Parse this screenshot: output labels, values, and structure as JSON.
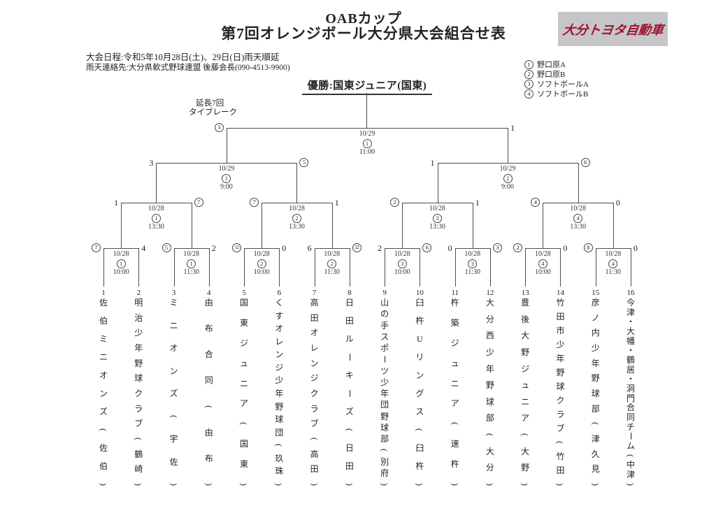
{
  "header": {
    "title_line1": "OABカップ",
    "title_line2": "第7回オレンジボール大分県大会組合せ表",
    "schedule": "大会日程:令和5年10月28日(土)、29日(日)雨天順延",
    "contact": "雨天連絡先:大分県軟式野球連盟 後藤会長(090-4513-9900)",
    "sponsor": "大分トヨタ自動車",
    "sponsor_colors": {
      "background": "#c6c6c8",
      "text": "#9c1430"
    }
  },
  "legend": {
    "items": [
      {
        "num": "1",
        "label": "野口原A"
      },
      {
        "num": "2",
        "label": "野口原B"
      },
      {
        "num": "3",
        "label": "ソフトボールA"
      },
      {
        "num": "4",
        "label": "ソフトボールB"
      }
    ]
  },
  "bracket": {
    "champion": "優勝:国東ジュニア(国東)",
    "note": [
      "延長7回",
      "タイブレーク"
    ],
    "teams": [
      {
        "no": "1",
        "name": "佐伯ミニオンズ(佐伯)"
      },
      {
        "no": "2",
        "name": "明治少年野球クラブ(鶴崎)"
      },
      {
        "no": "3",
        "name": "ミニオンズ(宇佐)"
      },
      {
        "no": "4",
        "name": "由布合同(由布)"
      },
      {
        "no": "5",
        "name": "国東ジュニア(国東)"
      },
      {
        "no": "6",
        "name": "くすオレンジ少年野球団(玖珠)"
      },
      {
        "no": "7",
        "name": "高田オレンジクラブ(高田)"
      },
      {
        "no": "8",
        "name": "日田ルーキーズ(日田)"
      },
      {
        "no": "9",
        "name": "山の手スポーツ少年団野球部(別府)"
      },
      {
        "no": "10",
        "name": "臼杵Uリングス(臼杵)"
      },
      {
        "no": "11",
        "name": "杵築ジュニア(速杵)"
      },
      {
        "no": "12",
        "name": "大分西少年野球部(大分)"
      },
      {
        "no": "13",
        "name": "豊後大野ジュニア(大野)"
      },
      {
        "no": "14",
        "name": "竹田市少年野球クラブ(竹田)"
      },
      {
        "no": "15",
        "name": "彦ノ内少年野球部(津久見)"
      },
      {
        "no": "16",
        "name": "今津・大幡・鶴居・洞門合同チーム(中津)"
      }
    ],
    "rounds": [
      {
        "matches": [
          {
            "date": "10/28",
            "venue": "1",
            "time": "10:00",
            "left_score": "7",
            "left_circled": true,
            "right_score": "4",
            "right_circled": false
          },
          {
            "date": "10/28",
            "venue": "1",
            "time": "11:30",
            "left_score": "5",
            "left_circled": true,
            "right_score": "2",
            "right_circled": false
          },
          {
            "date": "10/28",
            "venue": "2",
            "time": "10:00",
            "left_score": "12",
            "left_circled": true,
            "right_score": "0",
            "right_circled": false
          },
          {
            "date": "10/28",
            "venue": "2",
            "time": "11:30",
            "left_score": "6",
            "left_circled": false,
            "right_score": "22",
            "right_circled": true
          },
          {
            "date": "10/28",
            "venue": "3",
            "time": "10:00",
            "left_score": "2",
            "left_circled": false,
            "right_score": "6",
            "right_circled": true
          },
          {
            "date": "10/28",
            "venue": "3",
            "time": "11:30",
            "left_score": "0",
            "left_circled": false,
            "right_score": "3",
            "right_circled": true
          },
          {
            "date": "10/28",
            "venue": "4",
            "time": "10:00",
            "left_score": "2",
            "left_circled": true,
            "right_score": "0",
            "right_circled": false
          },
          {
            "date": "10/28",
            "venue": "4",
            "time": "11:30",
            "left_score": "8",
            "left_circled": true,
            "right_score": "0",
            "right_circled": false
          }
        ]
      },
      {
        "matches": [
          {
            "date": "10/28",
            "venue": "1",
            "time": "13:30",
            "left_score": "1",
            "left_circled": false,
            "right_score": "7",
            "right_circled": true
          },
          {
            "date": "10/28",
            "venue": "2",
            "time": "13:30",
            "left_score": "7",
            "left_circled": true,
            "right_score": "1",
            "right_circled": false
          },
          {
            "date": "10/28",
            "venue": "3",
            "time": "13:30",
            "left_score": "2",
            "left_circled": true,
            "right_score": "1",
            "right_circled": false
          },
          {
            "date": "10/28",
            "venue": "4",
            "time": "13:30",
            "left_score": "4",
            "left_circled": true,
            "right_score": "0",
            "right_circled": false
          }
        ]
      },
      {
        "matches": [
          {
            "date": "10/29",
            "venue": "1",
            "time": "9:00",
            "left_score": "3",
            "left_circled": false,
            "right_score": "5",
            "right_circled": true
          },
          {
            "date": "10/29",
            "venue": "2",
            "time": "9:00",
            "left_score": "1",
            "left_circled": false,
            "right_score": "6",
            "right_circled": true
          }
        ]
      },
      {
        "matches": [
          {
            "date": "10/29",
            "venue": "1",
            "time": "11:00",
            "left_score": "3",
            "left_circled": true,
            "right_score": "1",
            "right_circled": false
          }
        ]
      }
    ]
  }
}
